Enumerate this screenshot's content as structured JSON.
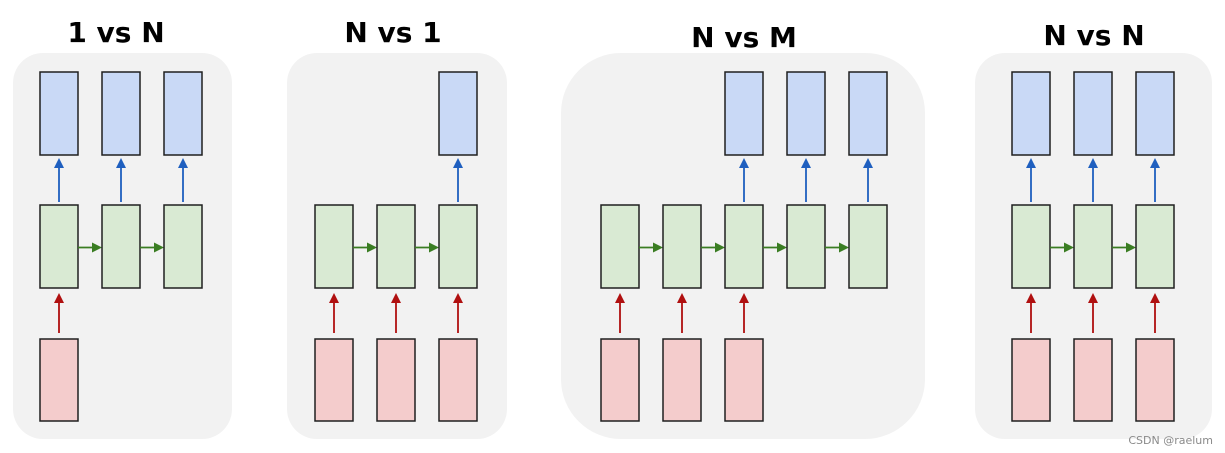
{
  "panels": [
    {
      "title": "1 vs N",
      "inputs": [
        true,
        false,
        false
      ],
      "outputs": [
        true,
        true,
        true
      ]
    },
    {
      "title": "N vs 1",
      "inputs": [
        true,
        true,
        true
      ],
      "outputs": [
        false,
        false,
        true
      ]
    },
    {
      "title": "N vs M",
      "inputs": [
        true,
        true,
        true,
        false,
        false
      ],
      "outputs": [
        false,
        false,
        true,
        true,
        true
      ]
    },
    {
      "title": "N vs N",
      "inputs": [
        true,
        true,
        true
      ],
      "outputs": [
        true,
        true,
        true
      ]
    }
  ],
  "colors": {
    "output_cell": "#c9d9f6",
    "hidden_cell": "#d9ead3",
    "input_cell": "#f4cccc",
    "output_arrow": "#1f5fbf",
    "input_arrow": "#b01010",
    "recurrent_arrow": "#3a7d22"
  },
  "watermark": "CSDN @raelum"
}
